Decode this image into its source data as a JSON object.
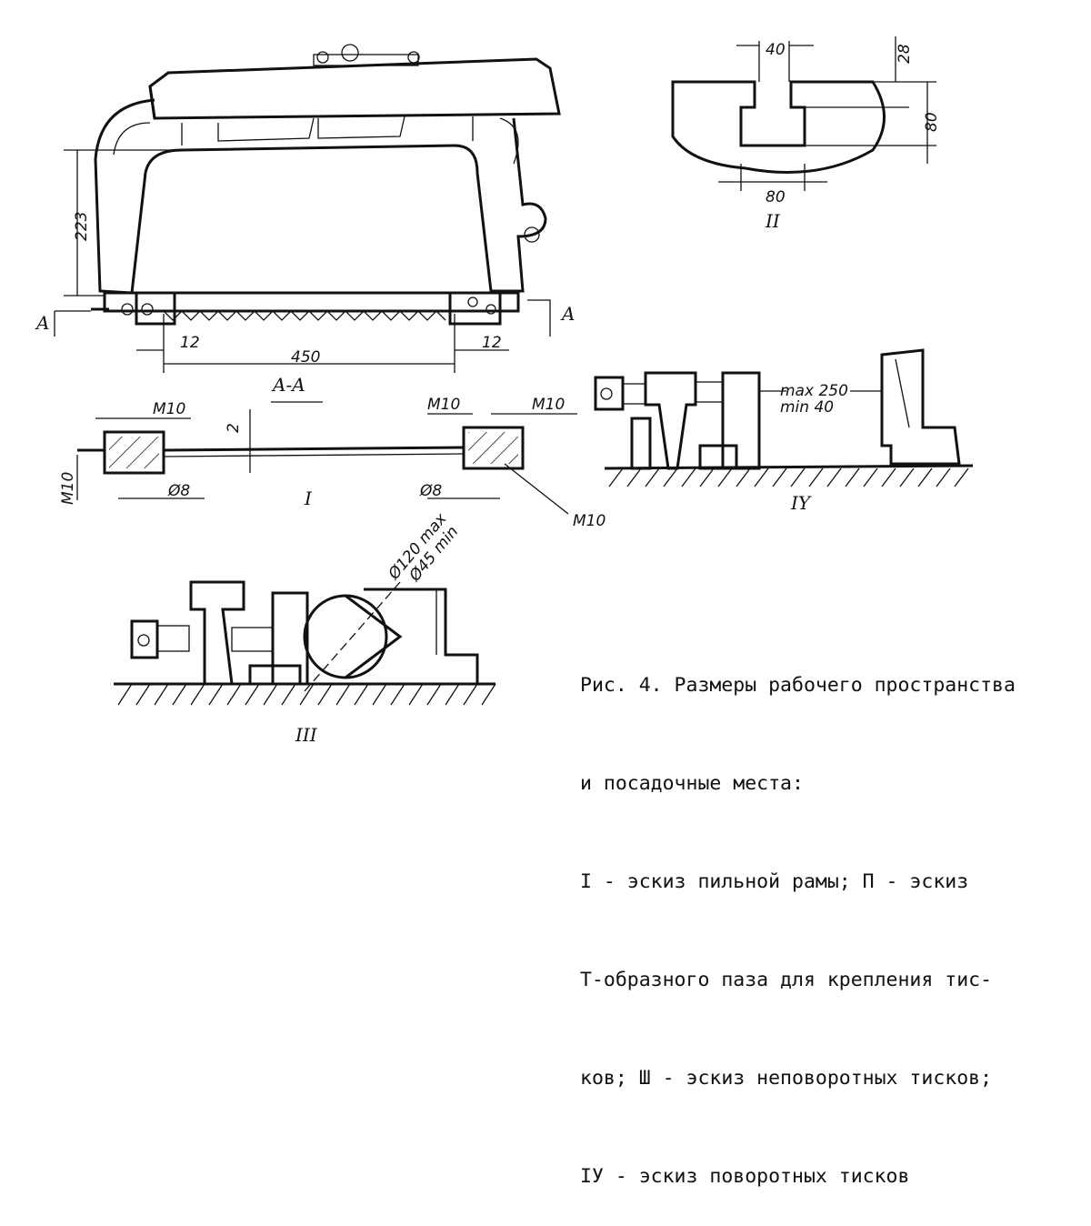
{
  "sketch_I": {
    "dim_height": "223",
    "dim_left_offset": "12",
    "dim_right_offset": "12",
    "dim_length": "450",
    "section_mark_left": "A",
    "section_mark_right": "A",
    "section_title": "A-A",
    "thread_1": "M10",
    "thread_2": "M10",
    "thread_3": "M10",
    "thread_4": "M10",
    "thread_5": "M10",
    "dim_gap": "2",
    "dia_left": "Ø8",
    "dia_right": "Ø8",
    "label": "I"
  },
  "sketch_II": {
    "dim_top_width": "40",
    "dim_top_depth": "28",
    "dim_depth": "80",
    "dim_bottom_width": "80",
    "label": "II"
  },
  "sketch_III": {
    "dia_max": "Ø120 max",
    "dia_min": "Ø45 min",
    "label": "III"
  },
  "sketch_IV": {
    "opening_max": "max 250",
    "opening_min": "min 40",
    "label": "IY"
  },
  "caption": {
    "lines": [
      "Рис. 4. Размеры рабочего пространства",
      "и посадочные места:",
      "I - эскиз пильной рамы; П - эскиз",
      "Т-образного паза для крепления тис-",
      "ков; Ш - эскиз неповоротных тисков;",
      "IУ - эскиз поворотных тисков"
    ]
  }
}
